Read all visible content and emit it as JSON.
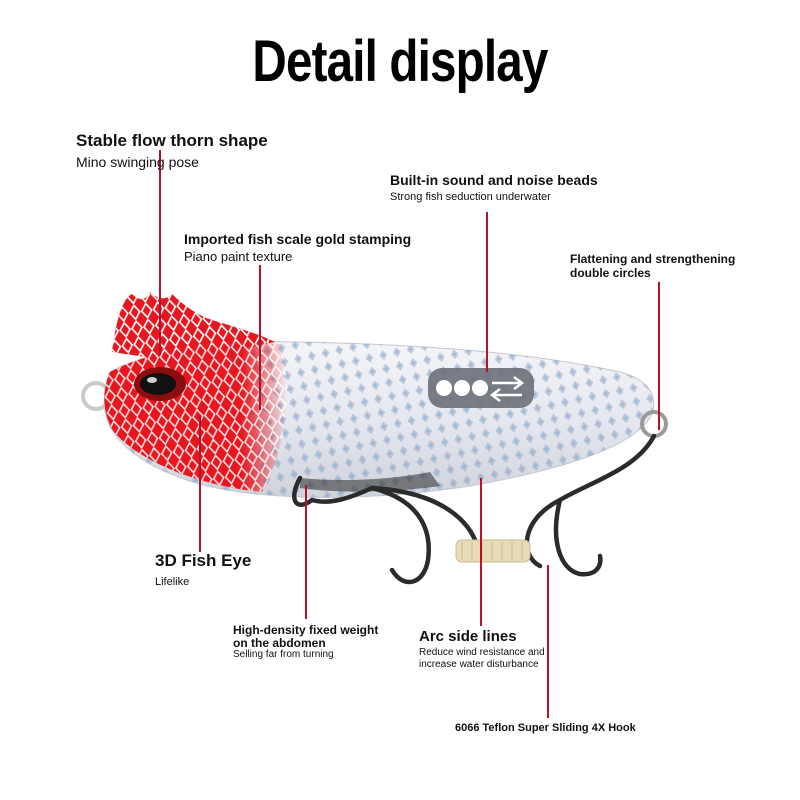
{
  "title": "Detail display",
  "features": {
    "flow_thorn": {
      "heading": "Stable flow thorn shape",
      "sub": "Mino swinging pose"
    },
    "sound_beads": {
      "heading": "Built-in sound and noise beads",
      "sub": "Strong fish seduction underwater"
    },
    "fish_scale": {
      "heading": "Imported fish scale gold stamping",
      "sub": "Piano paint texture"
    },
    "double_circles": {
      "heading_line1": "Flattening and strengthening",
      "heading_line2": "double circles"
    },
    "fish_eye": {
      "heading": "3D Fish Eye",
      "sub": "Lifelike"
    },
    "fixed_weight": {
      "heading_line1": "High-density fixed weight",
      "heading_line2": "on the abdomen",
      "sub": "Selling far from turning"
    },
    "side_lines": {
      "heading": "Arc side lines",
      "sub_line1": "Reduce wind resistance and",
      "sub_line2": "increase water disturbance"
    },
    "hook": {
      "heading": "6066 Teflon Super Sliding 4X Hook"
    }
  },
  "colors": {
    "callout_line": "#b8122a",
    "head": "#e8161e",
    "body": "#eef0f4"
  }
}
